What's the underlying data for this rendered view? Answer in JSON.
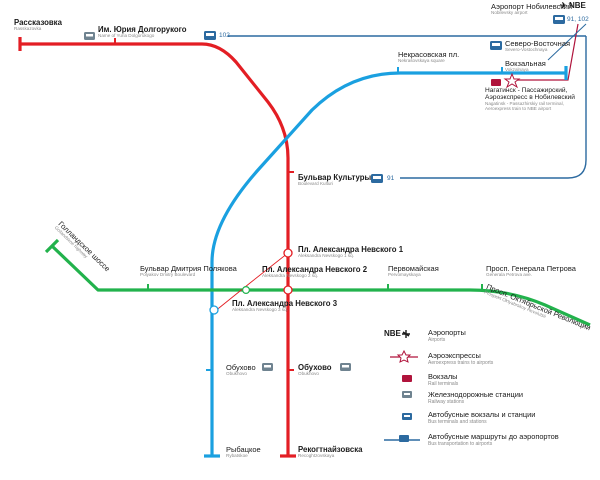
{
  "colors": {
    "red_line": "#e31e24",
    "blue_line": "#1aa0e0",
    "green_line": "#22b24c",
    "thin_line": "#2c6aa0"
  },
  "stations": {
    "rasskazovka": {
      "ru": "Рассказовка",
      "en": "Rasskazovka"
    },
    "dolgorukogo": {
      "ru": "Им. Юрия Долгорукого",
      "en": "Name of Yuria Dolgorukogo"
    },
    "nekrasovskaya": {
      "ru": "Некрасовская пл.",
      "en": "Nekrasovskaya square"
    },
    "severo_vostochnaya": {
      "ru": "Северо-Восточная",
      "en": "Severo-Vostochnaya"
    },
    "vokzalnaya": {
      "ru": "Вокзальная",
      "en": "Vokzalnaya"
    },
    "nagatinsk": {
      "ru": "Нагатинск - Пассажирский, Аэроэкспресс в Нобилевский",
      "en": "Nagatinsk - Passazhirskiy rail terminal, Aeroexpress train to NBE airport"
    },
    "nobilevsky": {
      "ru": "Аэропорт Нобилевский",
      "en": "Nobilevsky airport"
    },
    "bulvar_kultury": {
      "ru": "Бульвар Культуры",
      "en": "Boulevard Kulturi"
    },
    "polyakova": {
      "ru": "Бульвар Дмитрия Полякова",
      "en": "Polyakov Dmitry Boulevard"
    },
    "nevskogo1": {
      "ru": "Пл. Александра Невского 1",
      "en": "Aleksandra Nevskogo 1 sq."
    },
    "nevskogo2": {
      "ru": "Пл. Александра Невского 2",
      "en": "Aleksandra Nevskogo 2 sq."
    },
    "nevskogo3": {
      "ru": "Пл. Александра Невского 3",
      "en": "Aleksandra Nevskogo 3 sq."
    },
    "pervomayskaya": {
      "ru": "Первомайская",
      "en": "Pervomayskaya"
    },
    "generala_petrova": {
      "ru": "Просп. Генерала Петрова",
      "en": "Generala Petrova ave."
    },
    "oktyabrskoy": {
      "ru": "Просп. Октябрьской Революции",
      "en": "Prospekt Oktyabrskoy Revolutsii"
    },
    "gollandskoe": {
      "ru": "Голландское шоссе",
      "en": "Gollandskoe highway"
    },
    "obukhovo_blue": {
      "ru": "Обухово",
      "en": "Obukhovo"
    },
    "obukhovo_red": {
      "ru": "Обухово",
      "en": "Obukhovo"
    },
    "rybatskoe": {
      "ru": "Рыбацкое",
      "en": "Rybatskoe"
    },
    "rekogt": {
      "ru": "Рекогтнайзовска",
      "en": "Recoghtzovskaya"
    }
  },
  "bus_routes": {
    "top": "102",
    "top_right": "91, 102",
    "middle": "91"
  },
  "airport_code": "NBE",
  "legend": {
    "airports": {
      "code": "NBE",
      "ru": "Аэропорты",
      "en": "Airports"
    },
    "aeroexpress": {
      "ru": "Аэроэкспрессы",
      "en": "Aeroexpress trains to airports"
    },
    "rail_terminals": {
      "ru": "Вокзалы",
      "en": "Rail terminals"
    },
    "railway_stations": {
      "ru": "Железнодорожные станции",
      "en": "Railway stations"
    },
    "bus_terminals": {
      "ru": "Автобусные вокзалы и станции",
      "en": "Bus terminals and stations"
    },
    "bus_routes": {
      "ru": "Автобусные маршруты до аэропортов",
      "en": "Bus transportation to airports"
    }
  },
  "icons": [
    "bus-icon",
    "train-icon",
    "rail-terminal-icon",
    "aeroexpress-star-icon",
    "airplane-icon"
  ]
}
